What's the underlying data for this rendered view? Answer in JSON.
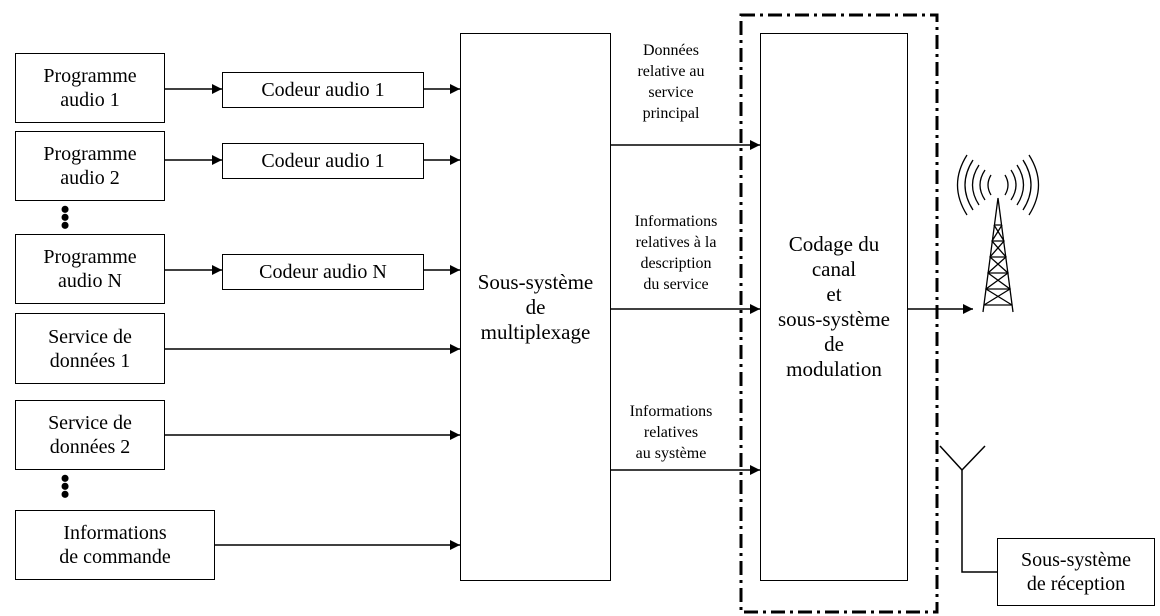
{
  "sources": [
    {
      "label": "Programme\naudio 1"
    },
    {
      "label": "Programme\naudio 2"
    },
    {
      "label": "Programme\naudio N"
    },
    {
      "label": "Service de\ndonnées 1"
    },
    {
      "label": "Service de\ndonnées 2"
    },
    {
      "label": "Informations\nde commande"
    }
  ],
  "coders": [
    {
      "label": "Codeur audio 1"
    },
    {
      "label": "Codeur audio 1"
    },
    {
      "label": "Codeur audio N"
    }
  ],
  "multiplexer": {
    "label": "Sous-système\nde\nmultiplexage"
  },
  "flows": [
    {
      "label": "Données\nrelative au\nservice\nprincipal"
    },
    {
      "label": "Informations\nrelatives à la\ndescription\ndu service"
    },
    {
      "label": "Informations\nrelatives\nau système"
    }
  ],
  "channel": {
    "label": "Codage du\ncanal\net\nsous-système\nde\nmodulation"
  },
  "reception": {
    "label": "Sous-système\nde réception"
  },
  "icons": {
    "transmitter": "radio-tower-icon",
    "receiver": "antenna-icon"
  }
}
